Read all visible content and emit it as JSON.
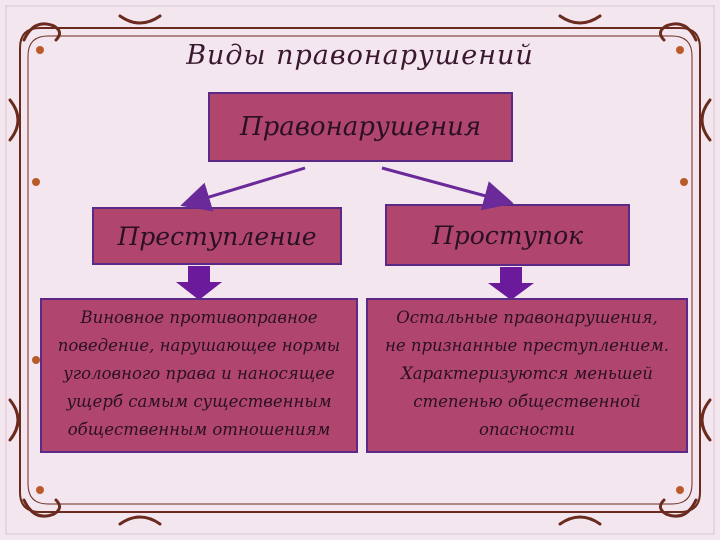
{
  "title": "Виды правонарушений",
  "root": {
    "label": "Правонарушения"
  },
  "left": {
    "label": "Преступление",
    "description_lines": [
      "Виновное противоправное",
      "поведение, нарушающее нормы",
      "уголовного права и наносящее",
      "ущерб самым существенным",
      "общественным отношениям"
    ]
  },
  "right": {
    "label": "Проступок",
    "description_lines": [
      "Остальные правонарушения,",
      "не признанные преступлением.",
      "Характеризуются меньшей",
      "степенью общественной",
      "опасности"
    ]
  },
  "colors": {
    "box_fill": "#b0466e",
    "box_border": "#5a2a86",
    "arrow": "#6a2a9a",
    "frame": "#6b2a1e",
    "background": "#f3e6ef"
  }
}
